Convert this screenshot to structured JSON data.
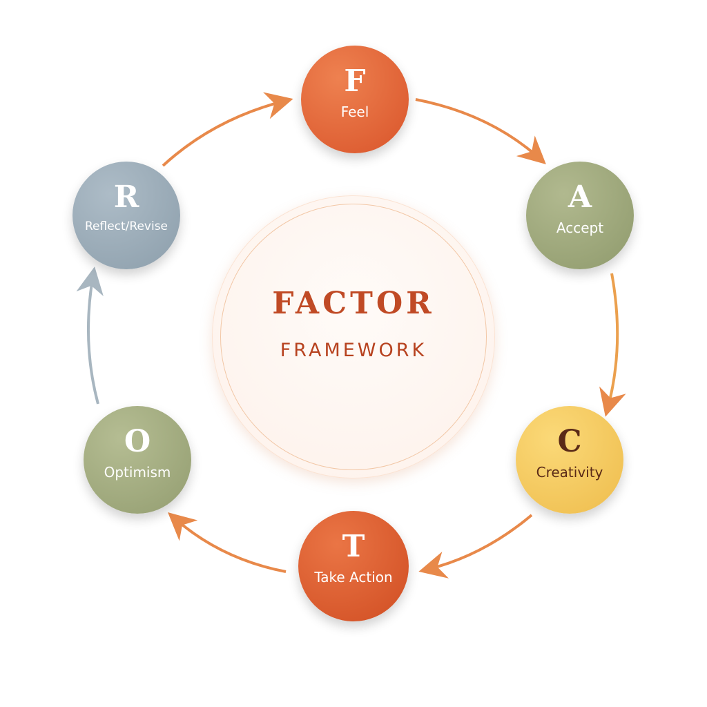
{
  "center": {
    "title": "FACTOR",
    "subtitle": "FRAMEWORK"
  },
  "nodes": [
    {
      "letter": "F",
      "label": "Feel",
      "color": "#e0622f"
    },
    {
      "letter": "A",
      "label": "Accept",
      "color": "#9ea67a"
    },
    {
      "letter": "C",
      "label": "Creativity",
      "color": "#f3c65c"
    },
    {
      "letter": "T",
      "label": "Take Action",
      "color": "#d9572a"
    },
    {
      "letter": "O",
      "label": "Optimism",
      "color": "#a1aa7e"
    },
    {
      "letter": "R",
      "label": "Reflect/Revise",
      "color": "#9aabb8"
    }
  ],
  "arrow_colors": {
    "orange": "#e8894a",
    "gray": "#a8b6c0"
  }
}
